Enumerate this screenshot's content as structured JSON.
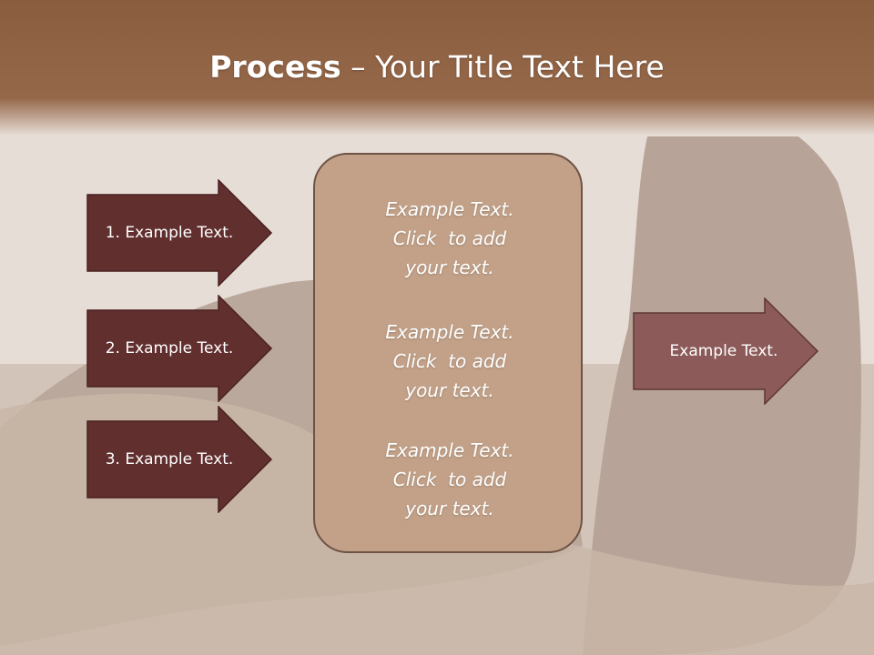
{
  "slide": {
    "title_bold": "Process",
    "title_rest": " – Your Title Text Here"
  },
  "steps": [
    {
      "label": "1. Example Text."
    },
    {
      "label": "2. Example Text."
    },
    {
      "label": "3. Example Text."
    }
  ],
  "box_entries": [
    {
      "line1": "Example Text.",
      "line2": "Click  to add",
      "line3": "your text."
    },
    {
      "line1": "Example Text.",
      "line2": "Click  to add",
      "line3": "your text."
    },
    {
      "line1": "Example Text.",
      "line2": "Click  to add",
      "line3": "your text."
    }
  ],
  "result": {
    "label": "Example Text."
  },
  "colors": {
    "header_brown": "#8a5d3e",
    "step_arrow": "#622f2f",
    "result_arrow": "#8c5a59",
    "center_box": "#c2a188"
  }
}
